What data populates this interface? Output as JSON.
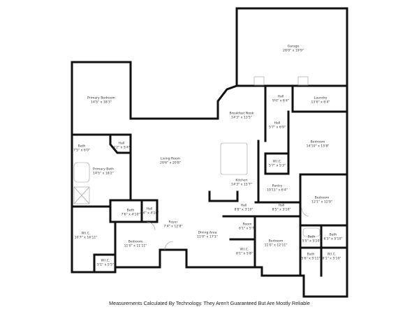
{
  "rooms": [
    {
      "name": "Garage",
      "dims": "28'0\" x 19'9\""
    },
    {
      "name": "Primary Bedroom",
      "dims": "14'5\" x 18'3\""
    },
    {
      "name": "Hall",
      "dims": "4'2\" x 5'4\""
    },
    {
      "name": "Bath",
      "dims": "7'5\" x 6'0\""
    },
    {
      "name": "Living Room",
      "dims": "20'6\" x 20'8\""
    },
    {
      "name": "Primary Bath",
      "dims": "14'5\" x 18'2\""
    },
    {
      "name": "Breakfast Nook",
      "dims": "14'3\" x 13'5\""
    },
    {
      "name": "Hall",
      "dims": "9'0\" x 6'4\""
    },
    {
      "name": "Laundry",
      "dims": "13'6\" x 6'4\""
    },
    {
      "name": "Hall",
      "dims": "5'7\" x 6'9\""
    },
    {
      "name": "Bedroom",
      "dims": "14'10\" x 15'8\""
    },
    {
      "name": "W.I.C.",
      "dims": "5'7\" x 5'3\""
    },
    {
      "name": "Kitchen",
      "dims": "14'3\" x 15'7\""
    },
    {
      "name": "Pantry",
      "dims": "10'11\" x 6'4\""
    },
    {
      "name": "Bedroom",
      "dims": "12'1\" x 12'9\""
    },
    {
      "name": "Hall",
      "dims": "8'8\" x 3'10\""
    },
    {
      "name": "Hall",
      "dims": "8'5\" x 3'10\""
    },
    {
      "name": "Bath",
      "dims": "7'6\" x 4'10\""
    },
    {
      "name": "Hall",
      "dims": "4'4\" x 4'10\""
    },
    {
      "name": "Foyer",
      "dims": "7'4\" x 12'8\""
    },
    {
      "name": "Room",
      "dims": "6'1\" x 5'7\""
    },
    {
      "name": "W.I.C.",
      "dims": "10'7\" x 16'11\""
    },
    {
      "name": "Bedroom",
      "dims": "11'0\" x 11'11\""
    },
    {
      "name": "Dining Area",
      "dims": "11'0\" x 17'1\""
    },
    {
      "name": "Bath",
      "dims": "5'5\" x 5'10\""
    },
    {
      "name": "Bath",
      "dims": "6'3\" x 5'10\""
    },
    {
      "name": "Bedroom",
      "dims": "11'0\" x 12'11\""
    },
    {
      "name": "W.I.C.",
      "dims": "6'1\" x 5'8\""
    },
    {
      "name": "Bath",
      "dims": "5'6\" x 5'11\""
    },
    {
      "name": "W.I.C.",
      "dims": "8'1\" x 5'10\""
    },
    {
      "name": "W.I.C.",
      "dims": "5'1\" x 5'5\""
    }
  ],
  "footer": "Measurements Calculated By Technology. They Aren't Guaranteed But Are Mostly Reliable"
}
